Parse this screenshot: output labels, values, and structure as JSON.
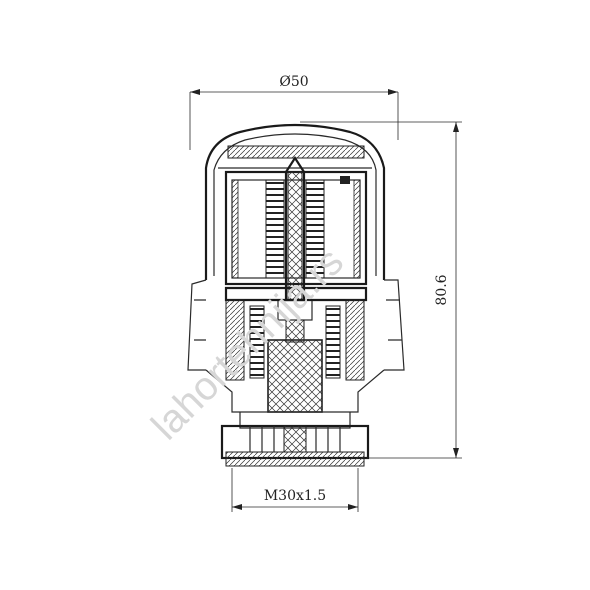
{
  "drawing": {
    "dimensions": {
      "diameter_label": "Ø50",
      "height_label": "80.6",
      "thread_label": "M30x1.5"
    },
    "watermark": "lahortehnija.rs"
  }
}
